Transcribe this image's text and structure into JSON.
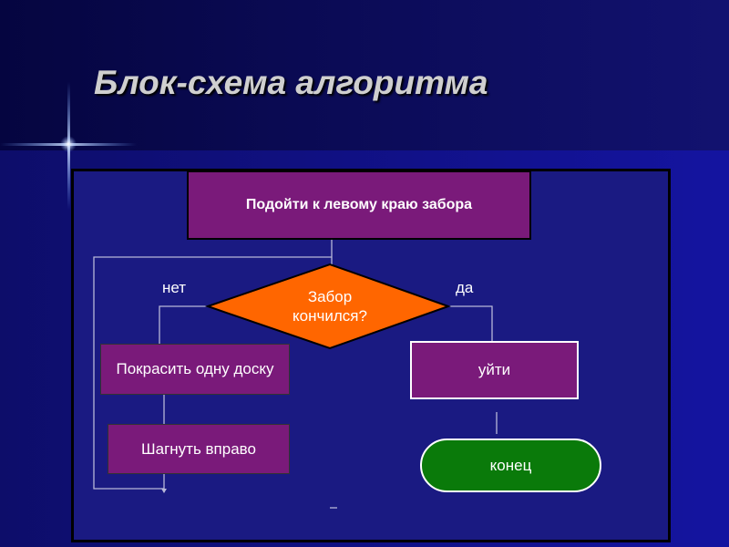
{
  "slide": {
    "title": "Блок-схема алгоритма"
  },
  "flowchart": {
    "start": "Подойти к левому краю забора",
    "decision": "Забор кончился?",
    "no_label": "нет",
    "yes_label": "да",
    "paint": "Покрасить одну доску",
    "step": "Шагнуть вправо",
    "leave": "уйти",
    "end": "конец"
  },
  "colors": {
    "process": "#7a1a7a",
    "decision": "#ff6600",
    "terminal": "#0a7a0a",
    "panel": "#1a1a82"
  }
}
